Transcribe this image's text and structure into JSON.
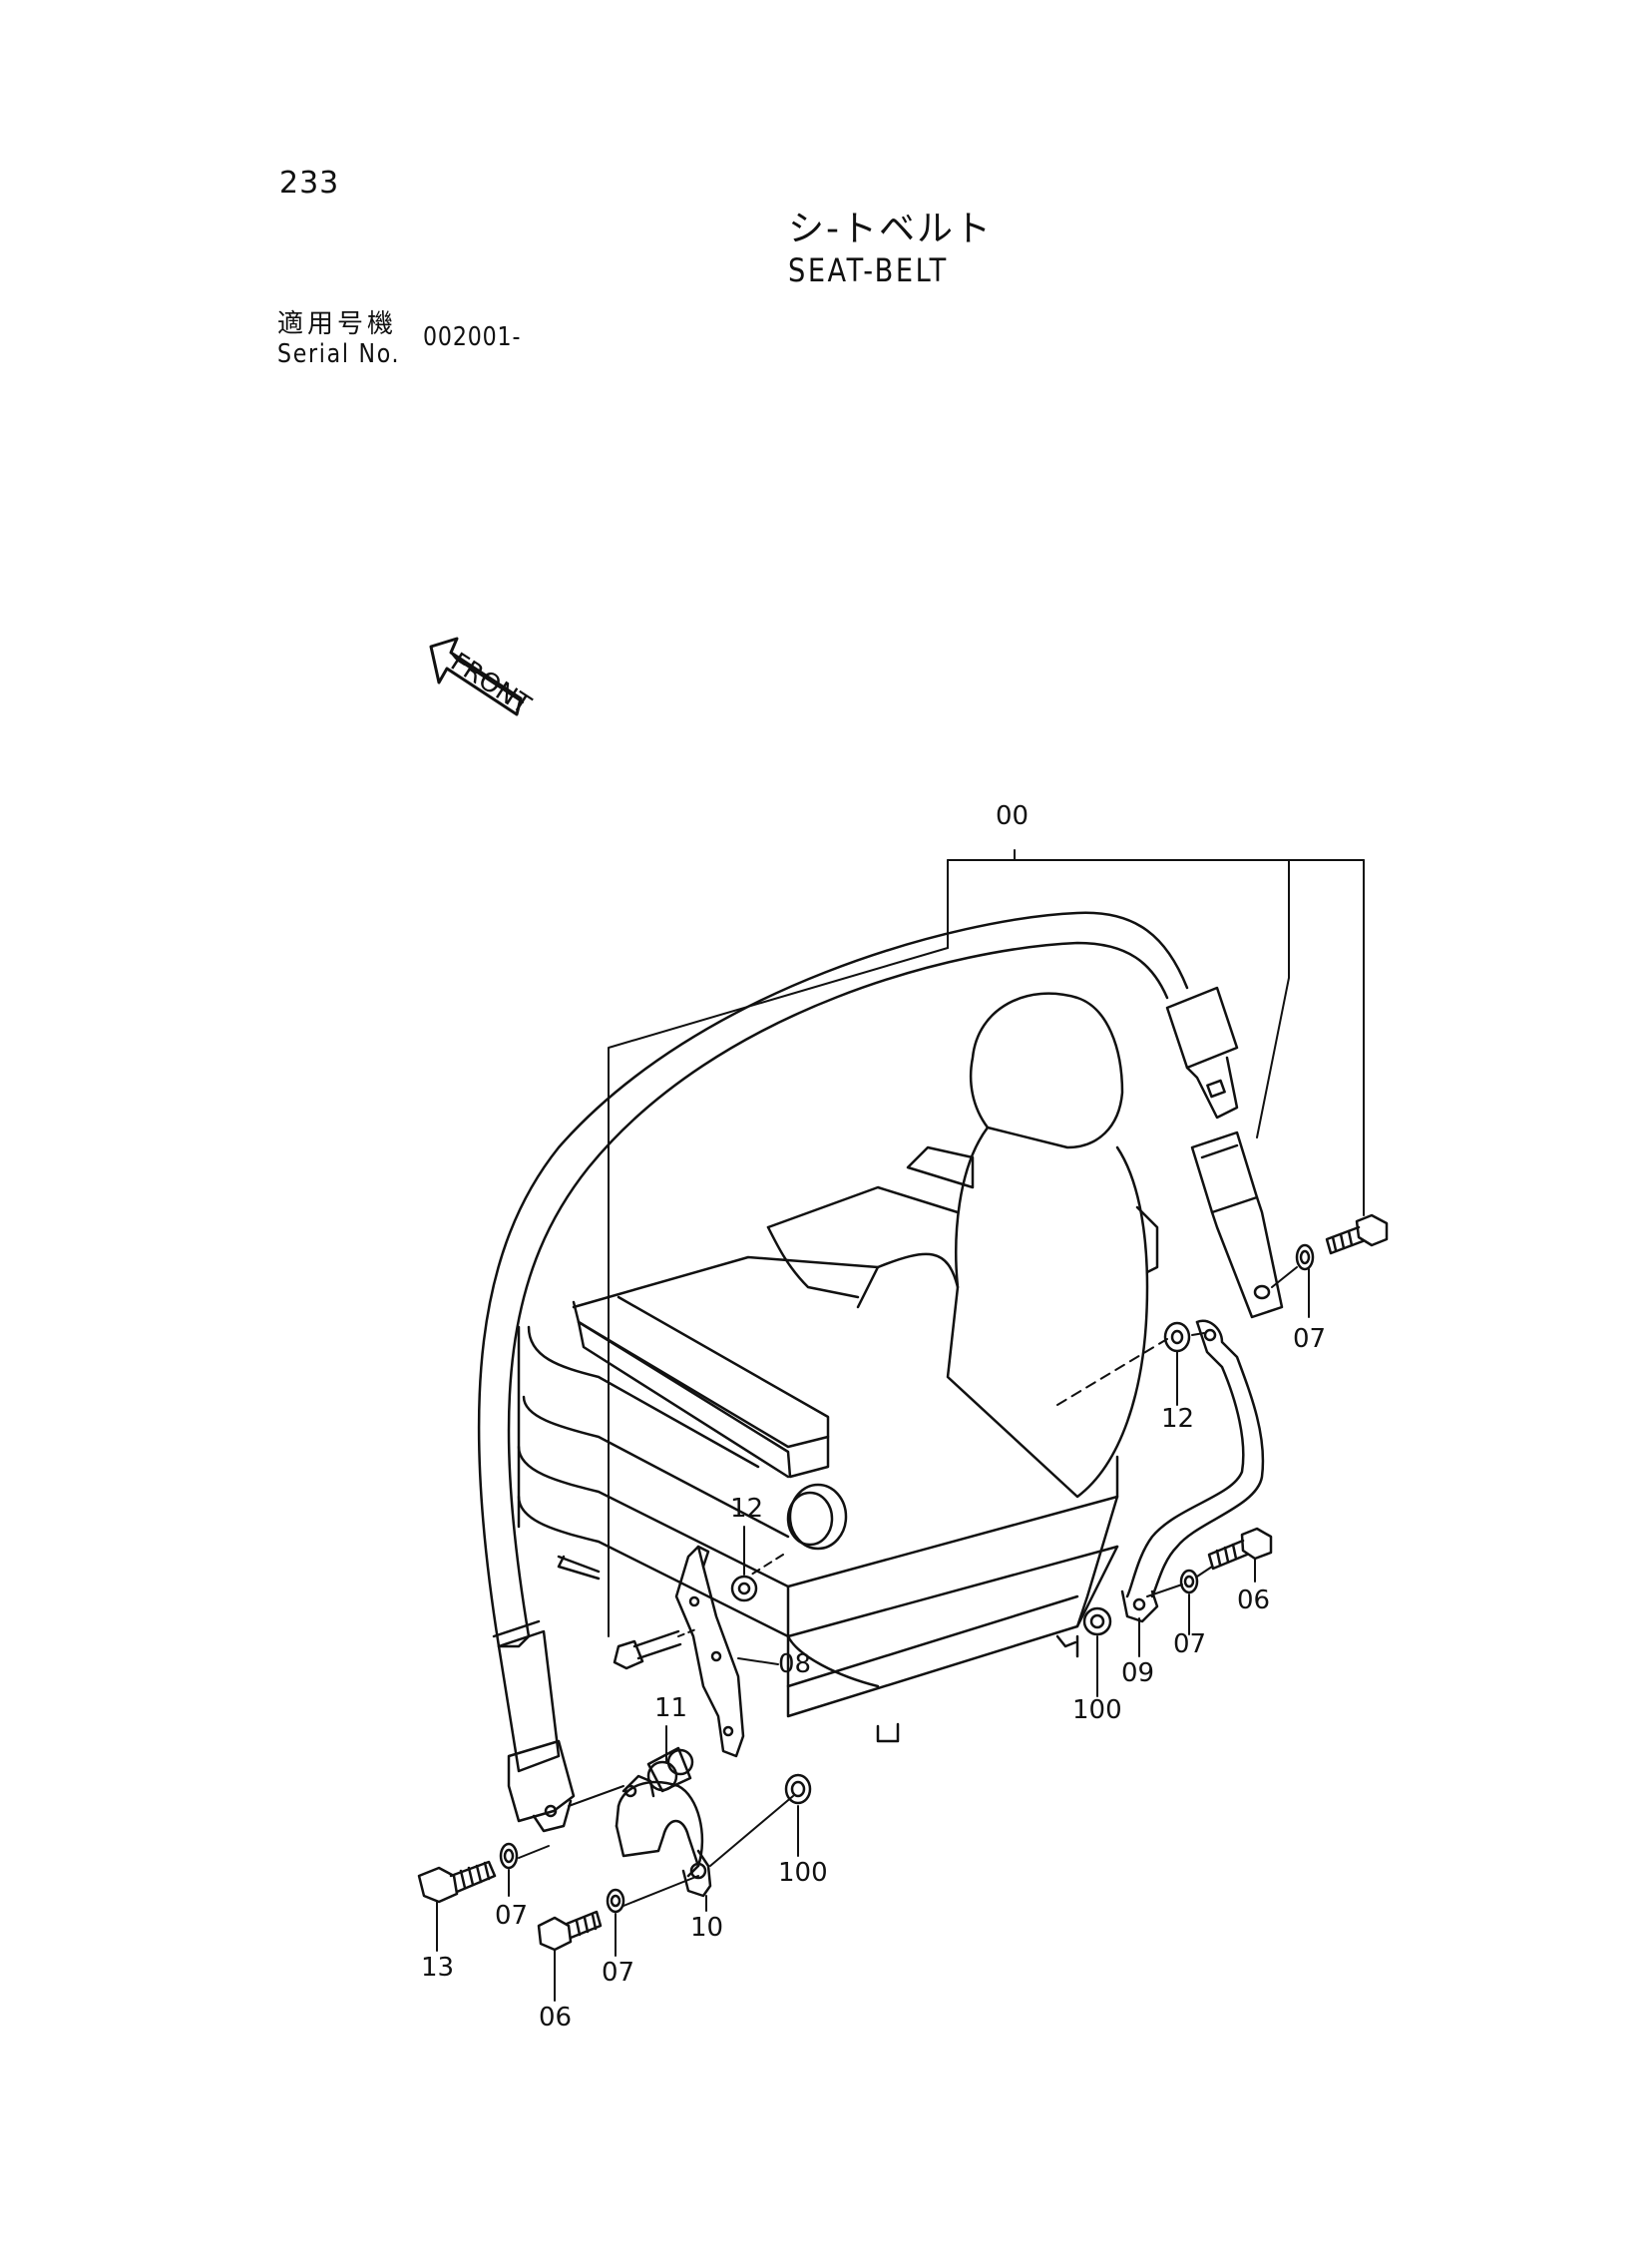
{
  "page_number": "233",
  "title_jp": "シ-トベルト",
  "title_en": "SEAT-BELT",
  "serial_label_jp": "適用号機",
  "serial_label_en": "Serial No.",
  "serial_value": "002001-",
  "front_label": "FRONT",
  "callouts": [
    "00",
    "07",
    "12",
    "12",
    "06",
    "07",
    "08",
    "09",
    "100",
    "11",
    "100",
    "07",
    "10",
    "13",
    "07",
    "06"
  ]
}
